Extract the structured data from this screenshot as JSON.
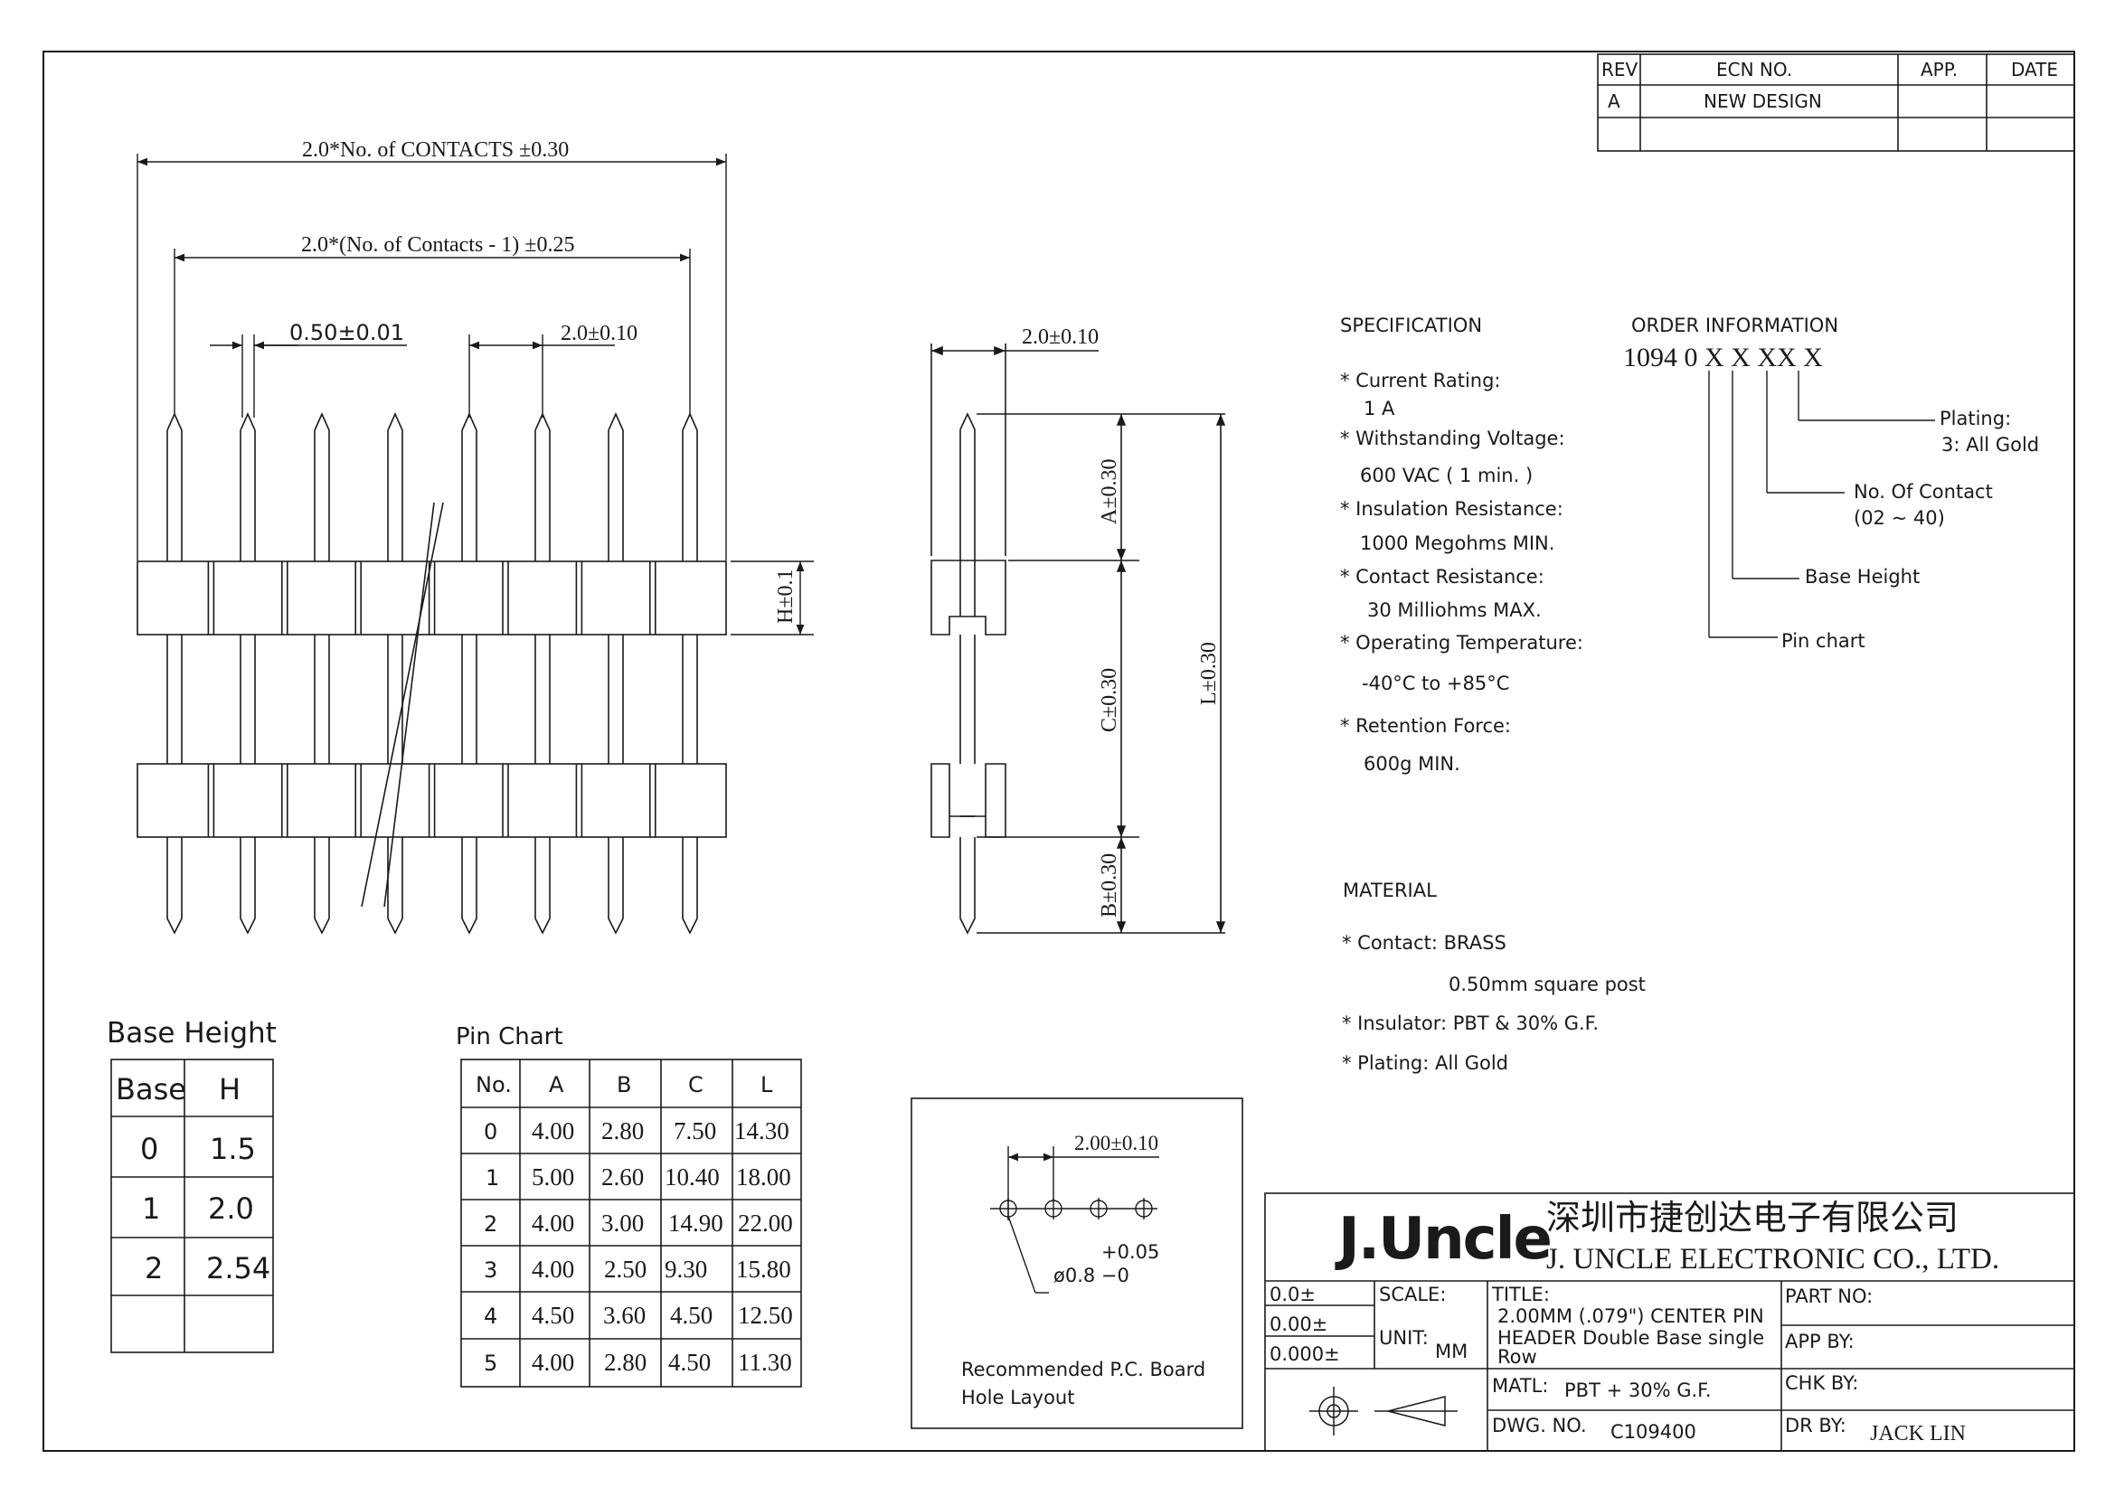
{
  "revision_block": {
    "headers": [
      "REV",
      "ECN NO.",
      "APP.",
      "DATE"
    ],
    "rows": [
      [
        "A",
        "NEW DESIGN",
        "",
        ""
      ],
      [
        "",
        "",
        "",
        ""
      ]
    ]
  },
  "dimensions": {
    "overall_length": "2.0*No. of CONTACTS ±0.30",
    "pitch_span": "2.0*(No. of Contacts - 1) ±0.25",
    "post_size": "0.50±0.01",
    "pitch": "2.0±0.10",
    "row_pitch": "2.0±0.10",
    "base_height": "H±0.1",
    "dim_a": "A±0.30",
    "dim_c": "C±0.30",
    "dim_b": "B±0.30",
    "dim_l": "L±0.30"
  },
  "specification": {
    "heading": "SPECIFICATION",
    "items": [
      {
        "label": "* Current Rating:",
        "value": "1 A"
      },
      {
        "label": "* Withstanding Voltage:",
        "value": "600 VAC ( 1 min. )"
      },
      {
        "label": "* Insulation Resistance:",
        "value": "1000 Megohms MIN."
      },
      {
        "label": "* Contact Resistance:",
        "value": "30 Milliohms MAX."
      },
      {
        "label": "* Operating Temperature:",
        "value": "-40°C to +85°C"
      },
      {
        "label": "* Retention Force:",
        "value": "600g MIN."
      }
    ]
  },
  "order_information": {
    "heading": "ORDER INFORMATION",
    "part_code": "1094 0 X X XX X",
    "callouts": [
      "Plating:",
      "3: All Gold",
      "No. Of Contact",
      "(02 ~ 40)",
      "Base Height",
      "Pin chart"
    ]
  },
  "material": {
    "heading": "MATERIAL",
    "items": [
      "* Contact: BRASS",
      "0.50mm square post",
      "* Insulator: PBT & 30% G.F.",
      "* Plating: All Gold"
    ]
  },
  "base_height_table": {
    "title": "Base Height",
    "headers": [
      "Base",
      "H"
    ],
    "rows": [
      [
        "0",
        "1.5"
      ],
      [
        "1",
        "2.0"
      ],
      [
        "2",
        "2.54"
      ],
      [
        "",
        ""
      ]
    ]
  },
  "pin_chart": {
    "title": "Pin Chart",
    "headers": [
      "No.",
      "A",
      "B",
      "C",
      "L"
    ],
    "rows": [
      [
        "0",
        "4.00",
        "2.80",
        "7.50",
        "14.30"
      ],
      [
        "1",
        "5.00",
        "2.60",
        "10.40",
        "18.00"
      ],
      [
        "2",
        "4.00",
        "3.00",
        "14.90",
        "22.00"
      ],
      [
        "3",
        "4.00",
        "2.50",
        "9.30",
        "15.80"
      ],
      [
        "4",
        "4.50",
        "3.60",
        "4.50",
        "12.50"
      ],
      [
        "5",
        "4.00",
        "2.80",
        "4.50",
        "11.30"
      ]
    ]
  },
  "pcb_layout": {
    "pitch": "2.00±0.10",
    "tol_plus": "+0.05",
    "hole_dia": "ø0.8 −0",
    "caption_line1": "Recommended P.C. Board",
    "caption_line2": "Hole Layout"
  },
  "title_block": {
    "logo": "J.Uncle",
    "company_cn": "深圳市捷创达电子有限公司",
    "company_en": "J. UNCLE ELECTRONIC CO., LTD.",
    "tolerances": [
      "0.0±",
      "0.00±",
      "0.000±"
    ],
    "scale_label": "SCALE:",
    "unit_label": "UNIT:",
    "unit_value": "MM",
    "title_label": "TITLE:",
    "title_line1": "2.00MM (.079\") CENTER PIN",
    "title_line2": "HEADER Double Base single",
    "title_line3": "Row",
    "matl_label": "MATL:",
    "matl_value": "PBT + 30% G.F.",
    "dwg_label": "DWG. NO.",
    "dwg_value": "C109400",
    "part_no_label": "PART NO:",
    "app_by_label": "APP BY:",
    "chk_by_label": "CHK BY:",
    "dr_by_label": "DR BY:",
    "dr_by_value": "JACK LIN"
  }
}
